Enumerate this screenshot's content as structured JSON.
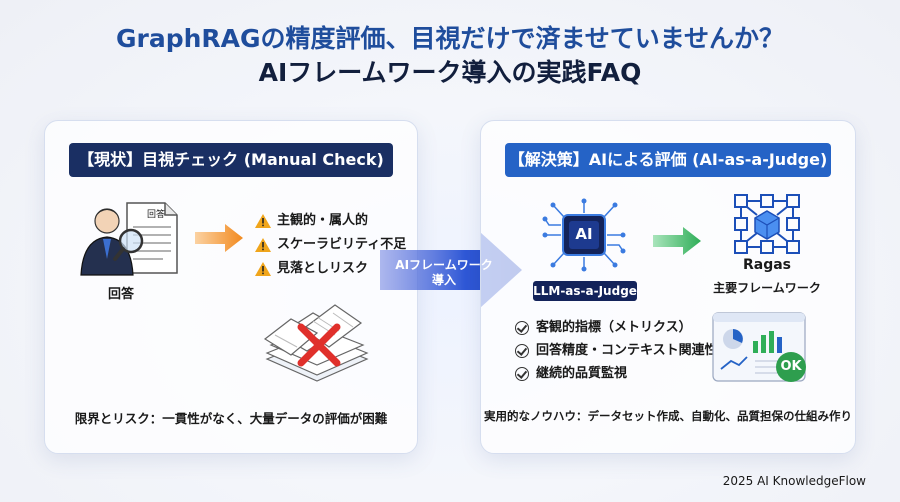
{
  "title": {
    "line1": "GraphRAGの精度評価、目視だけで済ませていませんか？",
    "line2": "AIフレームワーク導入の実践FAQ"
  },
  "left_panel": {
    "header": "【現状】目視チェック (Manual Check)",
    "doc_label": "回答",
    "person_label": "回答",
    "risks": [
      "主観的・属人的",
      "スケーラビリティ不足",
      "見落としリスク"
    ],
    "bottom_text": "限界とリスク：一貫性がなく、大量データの評価が困難"
  },
  "center_arrow": {
    "label_line1": "AIフレームワーク",
    "label_line2": "導入"
  },
  "right_panel": {
    "header": "【解決策】AIによる評価 (AI-as-a-Judge)",
    "chip_text": "AI",
    "judge_label": "LLM-as-a-Judge",
    "ragas_title": "Ragas",
    "ragas_subtitle": "主要フレームワーク",
    "checks": [
      "客観的指標（メトリクス）",
      "回答精度・コンテキスト関連性",
      "継続的品質監視"
    ],
    "ok_badge": "OK",
    "bottom_text": "実用的なノウハウ：データセット作成、自動化、品質担保の仕組み作り"
  },
  "footer": "2025 AI KnowledgeFlow",
  "colors": {
    "title_blue": "#1f4d9c",
    "title_dark": "#121f3d",
    "left_header": "#1a2f63",
    "right_header": "#2563c6",
    "orange_arrow": "#f28a1f",
    "green_arrow": "#2fae58",
    "warning": "#f0a51b",
    "ok_green": "#2e9e4e"
  }
}
